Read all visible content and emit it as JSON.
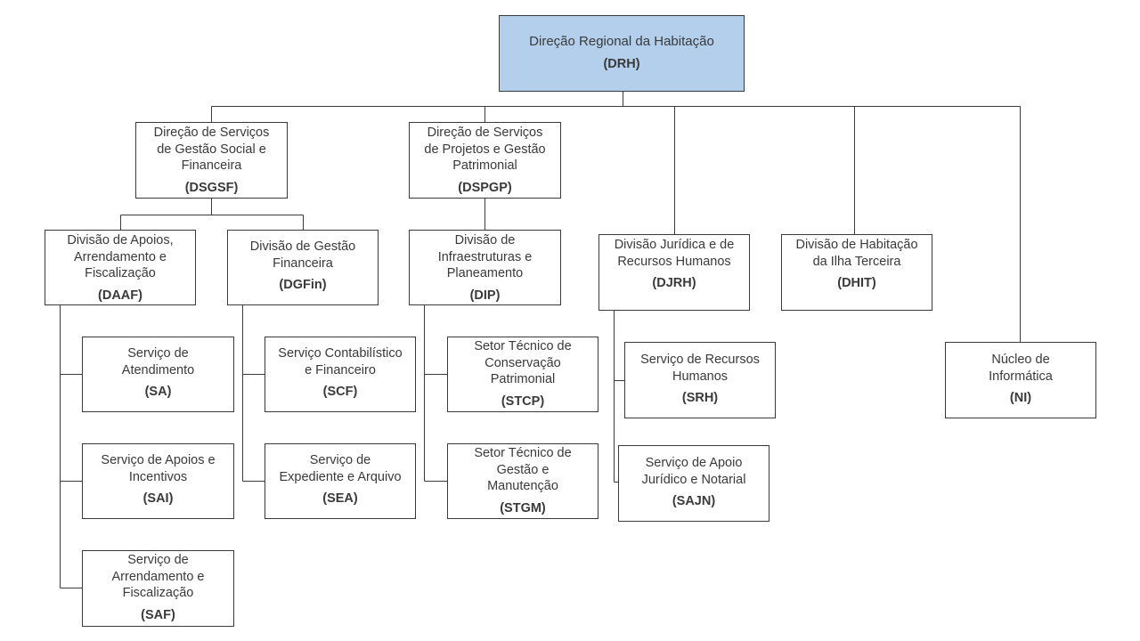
{
  "org_chart": {
    "root": {
      "name": "Direção Regional da Habitação",
      "abbr": "(DRH)",
      "fill": "#b3cfeb"
    },
    "dsgsf": {
      "name": "Direção de Serviços\nde Gestão Social e\nFinanceira",
      "abbr": "(DSGSF)"
    },
    "dspgp": {
      "name": "Direção de Serviços\nde Projetos e Gestão\nPatrimonial",
      "abbr": "(DSPGP)"
    },
    "daaf": {
      "name": "Divisão de Apoios,\nArrendamento e\nFiscalização",
      "abbr": "(DAAF)"
    },
    "dgfin": {
      "name": "Divisão de Gestão\nFinanceira",
      "abbr": "(DGFin)"
    },
    "dip": {
      "name": "Divisão de\nInfraestruturas e\nPlaneamento",
      "abbr": "(DIP)"
    },
    "djrh": {
      "name": "Divisão Jurídica e de\nRecursos Humanos",
      "abbr": "(DJRH)"
    },
    "dhit": {
      "name": "Divisão de Habitação\nda Ilha Terceira",
      "abbr": "(DHIT)"
    },
    "ni": {
      "name": "Núcleo de\nInformática",
      "abbr": "(NI)"
    },
    "sa": {
      "name": "Serviço de\nAtendimento",
      "abbr": "(SA)"
    },
    "sai": {
      "name": "Serviço de Apoios e\nIncentivos",
      "abbr": "(SAI)"
    },
    "saf": {
      "name": "Serviço de\nArrendamento e\nFiscalização",
      "abbr": "(SAF)"
    },
    "scf": {
      "name": "Serviço Contabilístico\ne Financeiro",
      "abbr": "(SCF)"
    },
    "sea": {
      "name": "Serviço de\nExpediente e Arquivo",
      "abbr": "(SEA)"
    },
    "stcp": {
      "name": "Setor Técnico de\nConservação\nPatrimonial",
      "abbr": "(STCP)"
    },
    "stgm": {
      "name": "Setor Técnico de\nGestão e\nManutenção",
      "abbr": "(STGM)"
    },
    "srh": {
      "name": "Serviço de Recursos\nHumanos",
      "abbr": "(SRH)"
    },
    "sajn": {
      "name": "Serviço de Apoio\nJurídico e Notarial",
      "abbr": "(SAJN)"
    }
  }
}
